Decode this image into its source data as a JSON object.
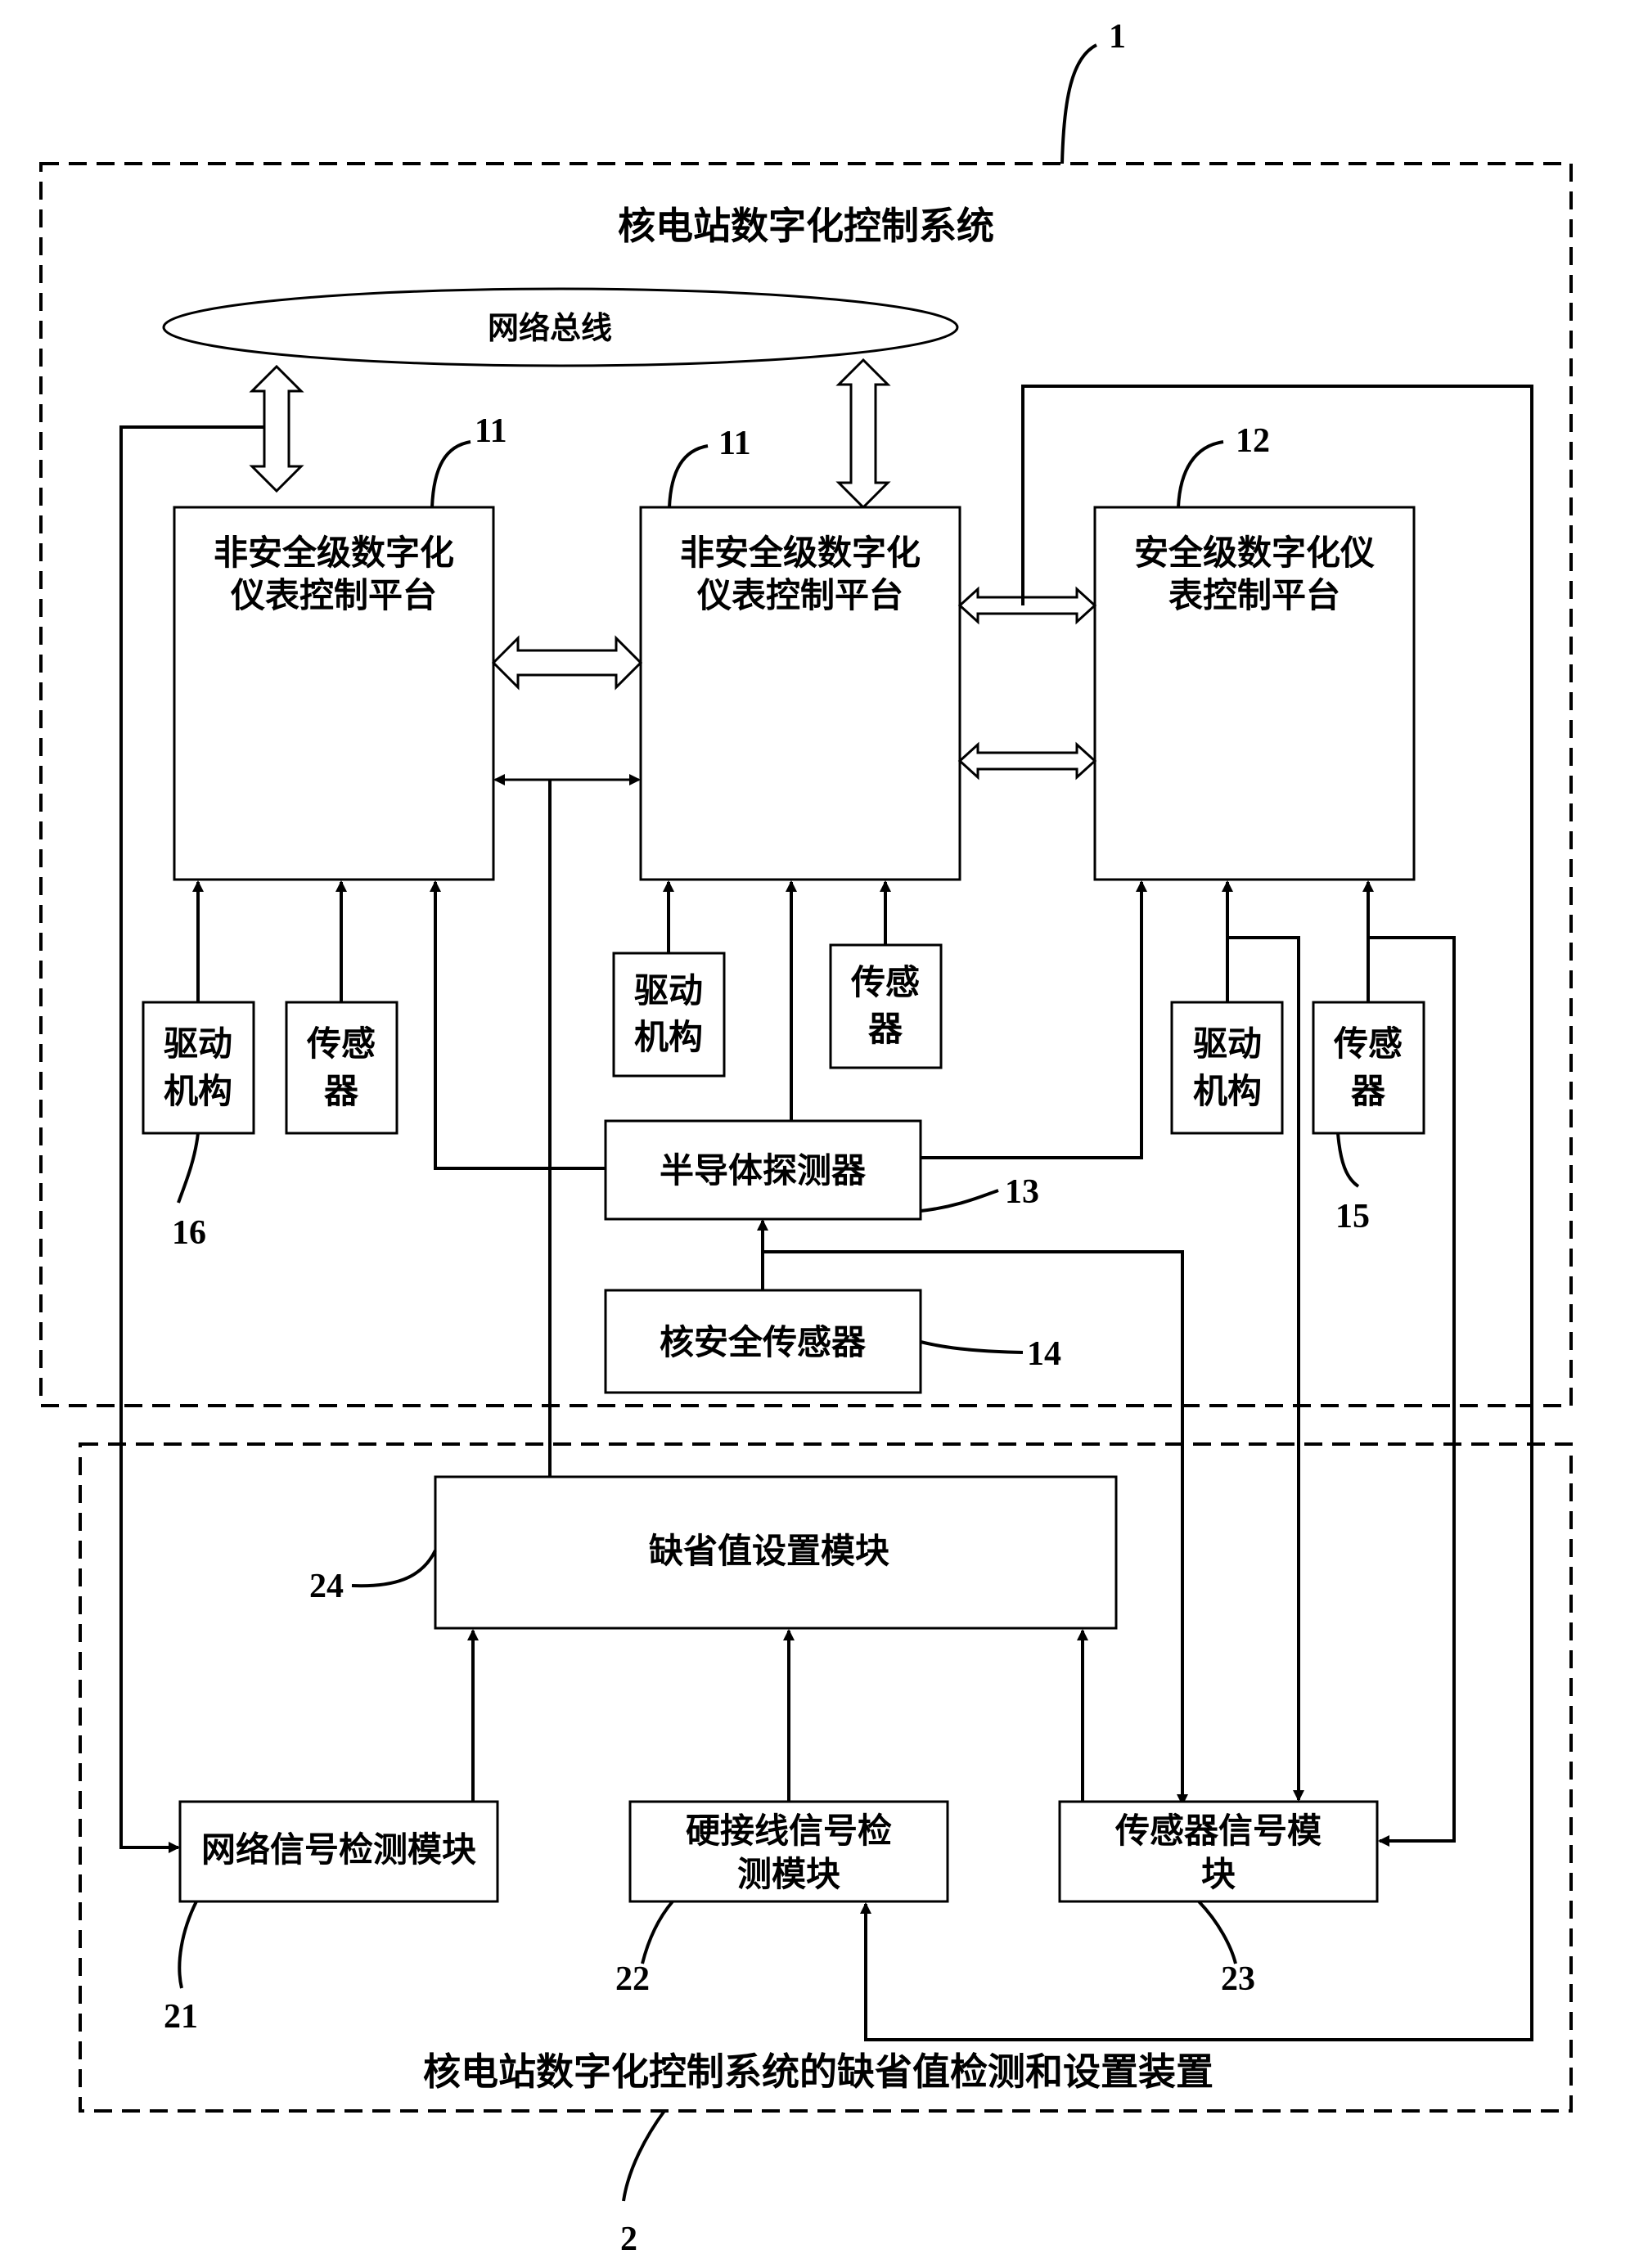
{
  "outer_system": {
    "ref": "1",
    "title": "核电站数字化控制系统",
    "network_bus": "网络总线",
    "nonsafety_platform_1": {
      "ref": "11",
      "line1": "非安全级数字化",
      "line2": "仪表控制平台"
    },
    "nonsafety_platform_2": {
      "ref": "11",
      "line1": "非安全级数字化",
      "line2": "仪表控制平台"
    },
    "safety_platform": {
      "ref": "12",
      "line1": "安全级数字化仪",
      "line2": "表控制平台"
    },
    "actuator_left": {
      "ref": "16",
      "line1": "驱动",
      "line2": "机构"
    },
    "sensor_left": {
      "line1": "传感",
      "line2": "器"
    },
    "actuator_mid": {
      "line1": "驱动",
      "line2": "机构"
    },
    "sensor_mid": {
      "line1": "传感",
      "line2": "器"
    },
    "actuator_right": {
      "line1": "驱动",
      "line2": "机构"
    },
    "sensor_right": {
      "ref": "15",
      "line1": "传感",
      "line2": "器"
    },
    "semiconductor_detector": {
      "ref": "13",
      "label": "半导体探测器"
    },
    "nuclear_safety_sensor": {
      "ref": "14",
      "label": "核安全传感器"
    }
  },
  "device": {
    "ref": "2",
    "title": "核电站数字化控制系统的缺省值检测和设置装置",
    "default_value_module": {
      "ref": "24",
      "label": "缺省值设置模块"
    },
    "network_signal_module": {
      "ref": "21",
      "label": "网络信号检测模块"
    },
    "hardwire_signal_module": {
      "ref": "22",
      "line1": "硬接线信号检",
      "line2": "测模块"
    },
    "sensor_signal_module": {
      "ref": "23",
      "line1": "传感器信号模",
      "line2": "块"
    }
  }
}
